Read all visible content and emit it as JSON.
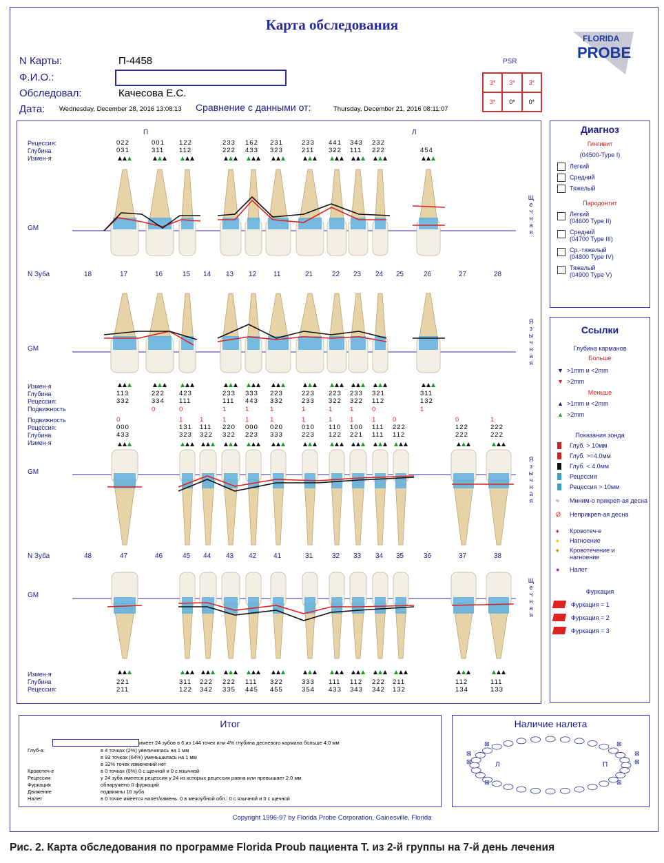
{
  "title": "Карта обследования",
  "header": {
    "card_no_label": "N Карты:",
    "card_no_value": "П-4458",
    "fio_label": "Ф.И.О.:",
    "examiner_label": "Обследовал:",
    "examiner_value": "Качесова Е.С.",
    "date_label": "Дата:",
    "date_value": "Wednesday, December 28, 2016 13:08:13",
    "compare_label": "Сравнение с данными от:",
    "compare_value": "Thursday, December 21, 2016 08:11:07"
  },
  "psr": {
    "label": "PSR",
    "cells": [
      "3*",
      "3*",
      "3*",
      "3*",
      "0*",
      "0*"
    ]
  },
  "logo": {
    "line1": "FLORIDA",
    "line2": "PROBE"
  },
  "chart": {
    "upper_side_left": "П",
    "upper_side_right": "Л",
    "labels": {
      "recession": "Рецессия:",
      "depth": "Глубина",
      "change": "Измен-я",
      "mobility": "Подвижность",
      "gm": "GM",
      "tooth_no": "N Зуба"
    },
    "buccal_vertical": "Щечная",
    "lingual_vertical": "Язычная",
    "upper_teeth": [
      "18",
      "17",
      "16",
      "15",
      "14",
      "13",
      "12",
      "11",
      "21",
      "22",
      "23",
      "24",
      "25",
      "26",
      "27",
      "28"
    ],
    "lower_teeth": [
      "48",
      "47",
      "46",
      "45",
      "44",
      "43",
      "42",
      "41",
      "31",
      "32",
      "33",
      "34",
      "35",
      "36",
      "37",
      "38"
    ],
    "upper_buccal_recession": [
      "",
      "022",
      "001",
      "122",
      "",
      "233",
      "162",
      "231",
      "233",
      "441",
      "343",
      "232",
      "",
      "",
      "",
      ""
    ],
    "upper_buccal_depth": [
      "",
      "031",
      "311",
      "112",
      "",
      "222",
      "433",
      "323",
      "211",
      "322",
      "111",
      "222",
      "",
      "454",
      "",
      ""
    ],
    "upper_lingual_depth": [
      "",
      "113",
      "222",
      "423",
      "",
      "233",
      "333",
      "223",
      "223",
      "223",
      "233",
      "321",
      "",
      "311",
      "",
      ""
    ],
    "upper_lingual_recession": [
      "",
      "332",
      "334",
      "111",
      "",
      "111",
      "443",
      "332",
      "233",
      "322",
      "322",
      "112",
      "",
      "132",
      "",
      ""
    ],
    "upper_mobility": [
      "",
      "",
      "0",
      "0",
      "",
      "1",
      "1",
      "1",
      "1",
      "1",
      "1",
      "0",
      "",
      "1",
      "",
      ""
    ],
    "lower_mobility": [
      "",
      "0",
      "",
      "1",
      "1",
      "1",
      "1",
      "1",
      "1",
      "1",
      "1",
      "1",
      "0",
      "",
      "0",
      "1"
    ],
    "lower_lingual_recession": [
      "",
      "000",
      "",
      "131",
      "111",
      "220",
      "000",
      "020",
      "010",
      "110",
      "100",
      "111",
      "222",
      "",
      "122",
      "222"
    ],
    "lower_lingual_depth": [
      "",
      "433",
      "",
      "323",
      "322",
      "322",
      "223",
      "333",
      "223",
      "122",
      "221",
      "111",
      "112",
      "",
      "222",
      "222"
    ],
    "lower_buccal_depth": [
      "",
      "221",
      "",
      "311",
      "222",
      "222",
      "111",
      "322",
      "333",
      "111",
      "112",
      "222",
      "211",
      "",
      "112",
      "111"
    ],
    "lower_buccal_recession": [
      "",
      "211",
      "",
      "122",
      "342",
      "335",
      "445",
      "455",
      "354",
      "433",
      "343",
      "342",
      "132",
      "",
      "134",
      "133"
    ]
  },
  "diagnosis": {
    "title": "Диагноз",
    "gingivitis": "Гингивит",
    "gingivitis_code": "(04500-Type I)",
    "gingivitis_items": [
      "Легкий",
      "Средний",
      "Тяжелый"
    ],
    "periodontitis": "Пародонтит",
    "periodontitis_items": [
      {
        "l1": "Легкий",
        "l2": "(04600 Type II)"
      },
      {
        "l1": "Средний",
        "l2": "(04700 Type III)"
      },
      {
        "l1": "Ср.-тяжелый",
        "l2": "(04800 Type IV)"
      },
      {
        "l1": "Тяжелый",
        "l2": "(04900 Type V)"
      }
    ]
  },
  "legend": {
    "title": "Ссылки",
    "pocket_depth": "Глубина карманов",
    "more": "Больше",
    "less": "Меньше",
    "more_1": ">1mm  и  <2mm",
    "more_2": ">2mm",
    "less_1": ">1mm  и  <2mm",
    "less_2": ">2mm",
    "probe_readings": "Показания зонда",
    "probe_items": [
      "Глуб. > 10мм",
      "Глуб. >=4.0мм",
      "Глуб. < 4.0мм",
      "Рецессия",
      "Рецессия  > 10мм"
    ],
    "min_attached": "Миним-о прикреп-ая десна",
    "unattached": "Неприкреп-ая десна",
    "bleeding": "Кровотеч-е",
    "suppuration": "Нагноение",
    "bleed_supp": "Кровотечение и нагноение",
    "plaque": "Налет",
    "furcation": "Фуркация",
    "furc_items": [
      "Фуркация = 1",
      "Фуркация = 2",
      "Фуркация = 3"
    ]
  },
  "summary": {
    "title": "Итог",
    "line0": "имеет 24 зубов  в 6 из 144 точек или 4% глубина десневого кармана больше 4.0 мм",
    "rows": [
      {
        "k": "Глуб-а:",
        "v": "в 4 точках (2%) увеличилась на 1 мм"
      },
      {
        "k": "",
        "v": "в 93 точках (64%) уменьшилась на 1 мм"
      },
      {
        "k": "",
        "v": "в 32% точек изменений нет"
      },
      {
        "k": "Кровотеч-е",
        "v": "в 0 точках (0%)   0 с щечной и 0 с язычной"
      },
      {
        "k": "Рецессия:",
        "v": "у 24 зуба имеется рецессия  у 24 из которых рецессия равна или превышает 2.0 мм"
      },
      {
        "k": "Фуркация",
        "v": "обнаружено 0 фуркаций"
      },
      {
        "k": "Движение",
        "v": "подвижны 16 зуба"
      },
      {
        "k": "Налет",
        "v": "в 0 точке имеется налет/камень. 0 в межзубной обл.: 0 с язычной и 0 с щечной"
      }
    ]
  },
  "plaque_box": {
    "title": "Наличие налета",
    "left": "Л",
    "right": "П"
  },
  "copyright": "Copyright 1996-97 by Florida Probe Corporation, Gainesville, Florida",
  "caption": "Рис. 2. Карта обследования по программе Florida Proub пациента Т. из 2-й группы на 7-й день лечения"
}
